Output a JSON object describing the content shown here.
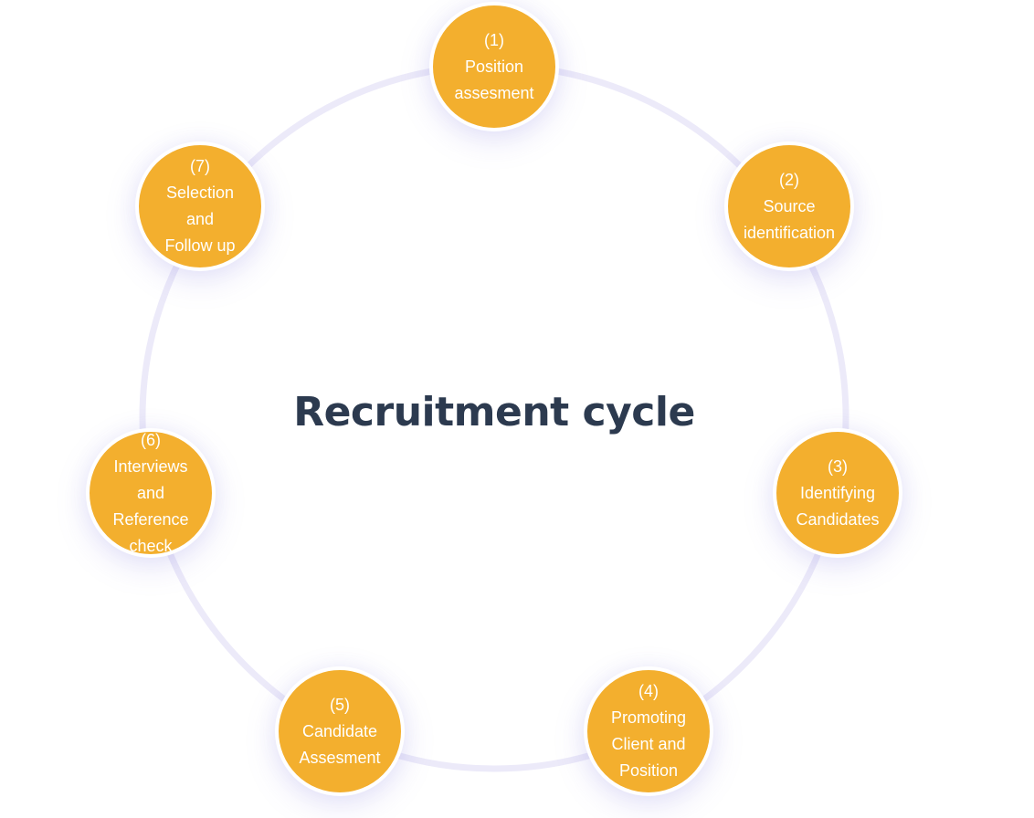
{
  "title": "Recruitment cycle",
  "colors": {
    "node_fill": "#f3af2e",
    "node_text": "#ffffff",
    "ring": "#eceaf9",
    "title": "#2c3a4f"
  },
  "steps": [
    {
      "number": "(1)",
      "lines": [
        "Position",
        "assesment"
      ]
    },
    {
      "number": "(2)",
      "lines": [
        "Source",
        "identification"
      ]
    },
    {
      "number": "(3)",
      "lines": [
        "Identifying",
        "Candidates"
      ]
    },
    {
      "number": "(4)",
      "lines": [
        "Promoting",
        "Client and",
        "Position"
      ]
    },
    {
      "number": "(5)",
      "lines": [
        "Candidate",
        "Assesment"
      ]
    },
    {
      "number": "(6)",
      "lines": [
        "Interviews",
        "and",
        "Reference",
        "check"
      ]
    },
    {
      "number": "(7)",
      "lines": [
        "Selection",
        "and",
        "Follow up"
      ]
    }
  ]
}
